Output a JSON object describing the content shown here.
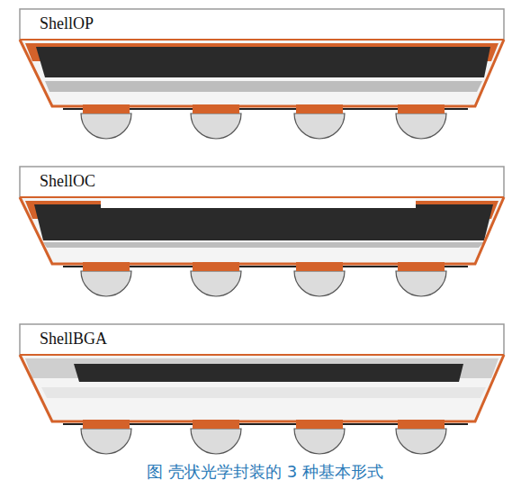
{
  "diagram": {
    "caption": "图 壳状光学封装的 3 种基本形式",
    "labels": [
      "ShellOP",
      "ShellOC",
      "ShellBGA"
    ]
  }
}
